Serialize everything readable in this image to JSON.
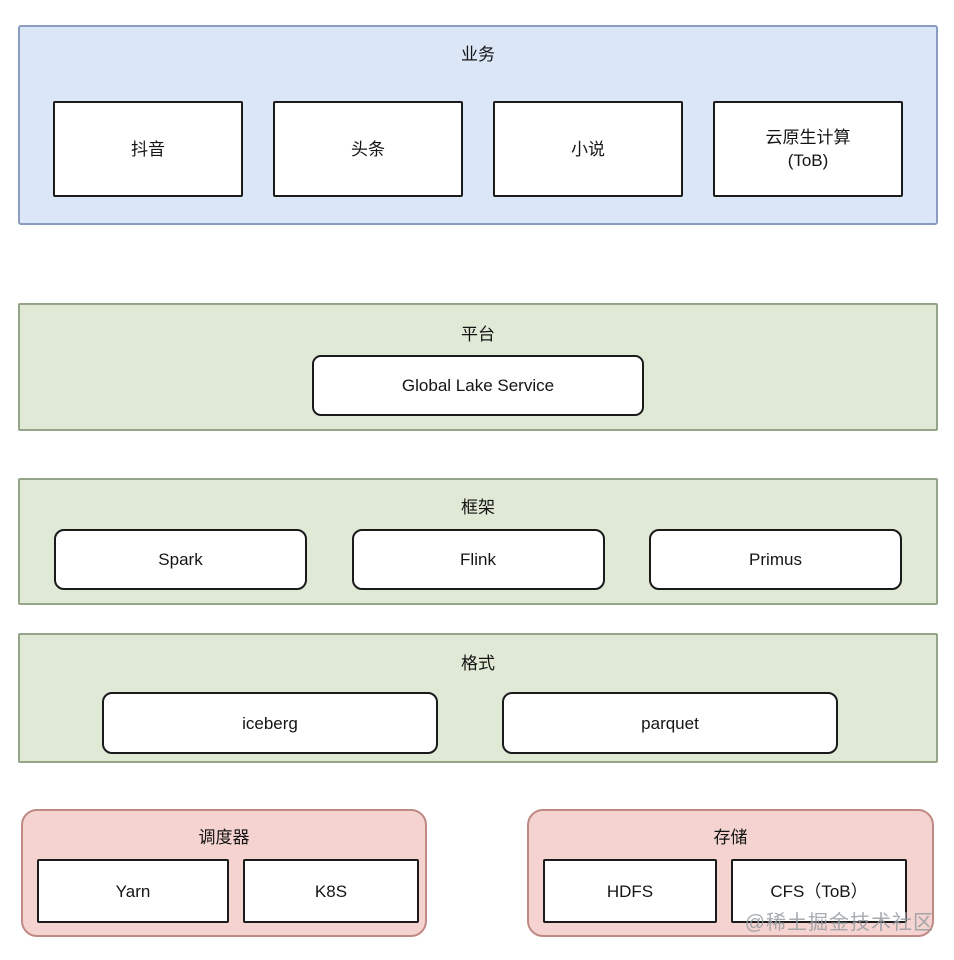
{
  "watermark": "@稀土掘金技术社区",
  "colors": {
    "business_bg": "#dbe6f6",
    "business_border": "#8a9cc0",
    "green_bg": "#dfe9d6",
    "green_border": "#94a588",
    "pink_bg": "#f4d3d0",
    "pink_border": "#c08a84",
    "node_border": "#1a1a1a"
  },
  "layers": {
    "business": {
      "title": "业务",
      "items": [
        {
          "label": "抖音"
        },
        {
          "label": "头条"
        },
        {
          "label": "小说"
        },
        {
          "label": "云原生计算",
          "label2": "(ToB)"
        }
      ]
    },
    "platform": {
      "title": "平台",
      "items": [
        {
          "label": "Global Lake Service"
        }
      ]
    },
    "framework": {
      "title": "框架",
      "items": [
        {
          "label": "Spark"
        },
        {
          "label": "Flink"
        },
        {
          "label": "Primus"
        }
      ]
    },
    "format": {
      "title": "格式",
      "items": [
        {
          "label": "iceberg"
        },
        {
          "label": "parquet"
        }
      ]
    },
    "scheduler": {
      "title": "调度器",
      "items": [
        {
          "label": "Yarn"
        },
        {
          "label": "K8S"
        }
      ]
    },
    "storage": {
      "title": "存储",
      "items": [
        {
          "label": "HDFS"
        },
        {
          "label": "CFS（ToB）"
        }
      ]
    }
  }
}
